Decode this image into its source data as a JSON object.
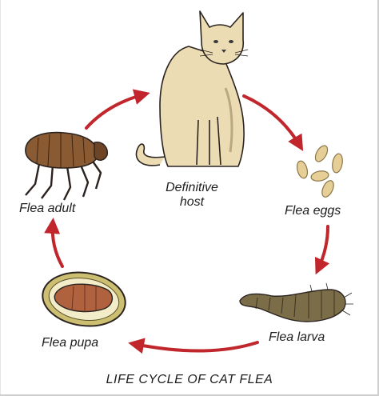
{
  "labels": {
    "host_line1": "Definitive",
    "host_line2": "host",
    "eggs": "Flea eggs",
    "larva": "Flea larva",
    "pupa": "Flea pupa",
    "adult": "Flea adult",
    "title": "LIFE CYCLE OF CAT FLEA"
  },
  "colors": {
    "arrow": "#c0262b",
    "cat_fur": "#ecdcb3",
    "outline": "#2a2320",
    "flea_body": "#8a5a32",
    "egg": "#e6cf96",
    "larva": "#7b6d48",
    "pupa_cocoon": "#cdbf72",
    "pupa_body": "#b0623f"
  },
  "stages": [
    "Definitive host",
    "Flea eggs",
    "Flea larva",
    "Flea pupa",
    "Flea adult"
  ]
}
